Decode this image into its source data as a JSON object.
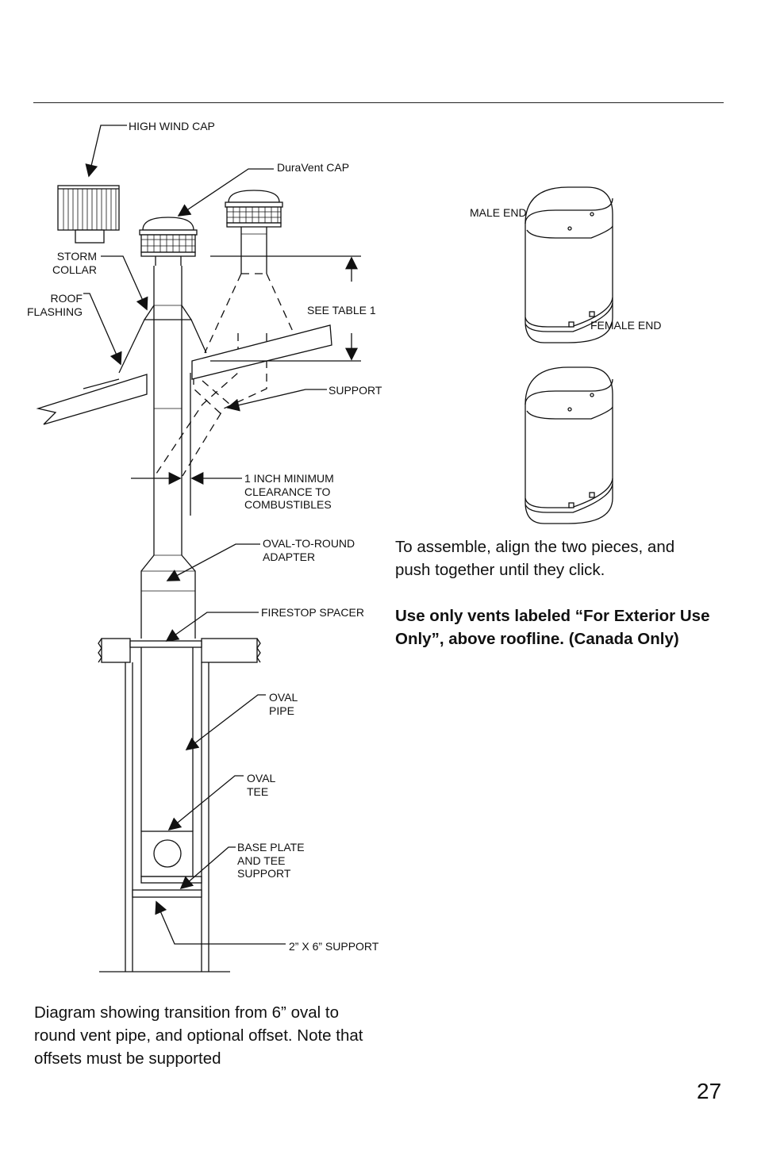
{
  "labels": {
    "high_wind_cap": "HIGH WIND CAP",
    "duravent_cap": "DuraVent CAP",
    "storm_collar": "STORM\nCOLLAR",
    "roof_flashing": "ROOF\nFLASHING",
    "see_table": "SEE TABLE 1",
    "support": "SUPPORT",
    "clearance": "1 INCH MINIMUM\nCLEARANCE TO\nCOMBUSTIBLES",
    "adapter": "OVAL-TO-ROUND\nADAPTER",
    "firestop": "FIRESTOP SPACER",
    "oval_pipe": "OVAL\nPIPE",
    "oval_tee": "OVAL\nTEE",
    "base_plate": "BASE PLATE\nAND TEE\nSUPPORT",
    "two_by_six": "2” X 6” SUPPORT",
    "male_end": "MALE END",
    "female_end": "FEMALE END"
  },
  "instructions": {
    "assemble": "To assemble, align the two pieces, and push together until they click.",
    "warning": "Use only vents labeled “For Exterior Use Only”, above roofline. (Canada Only)"
  },
  "caption": "Diagram showing transition from 6” oval to round vent pipe, and optional offset. Note that offsets must be supported",
  "page_number": "27"
}
